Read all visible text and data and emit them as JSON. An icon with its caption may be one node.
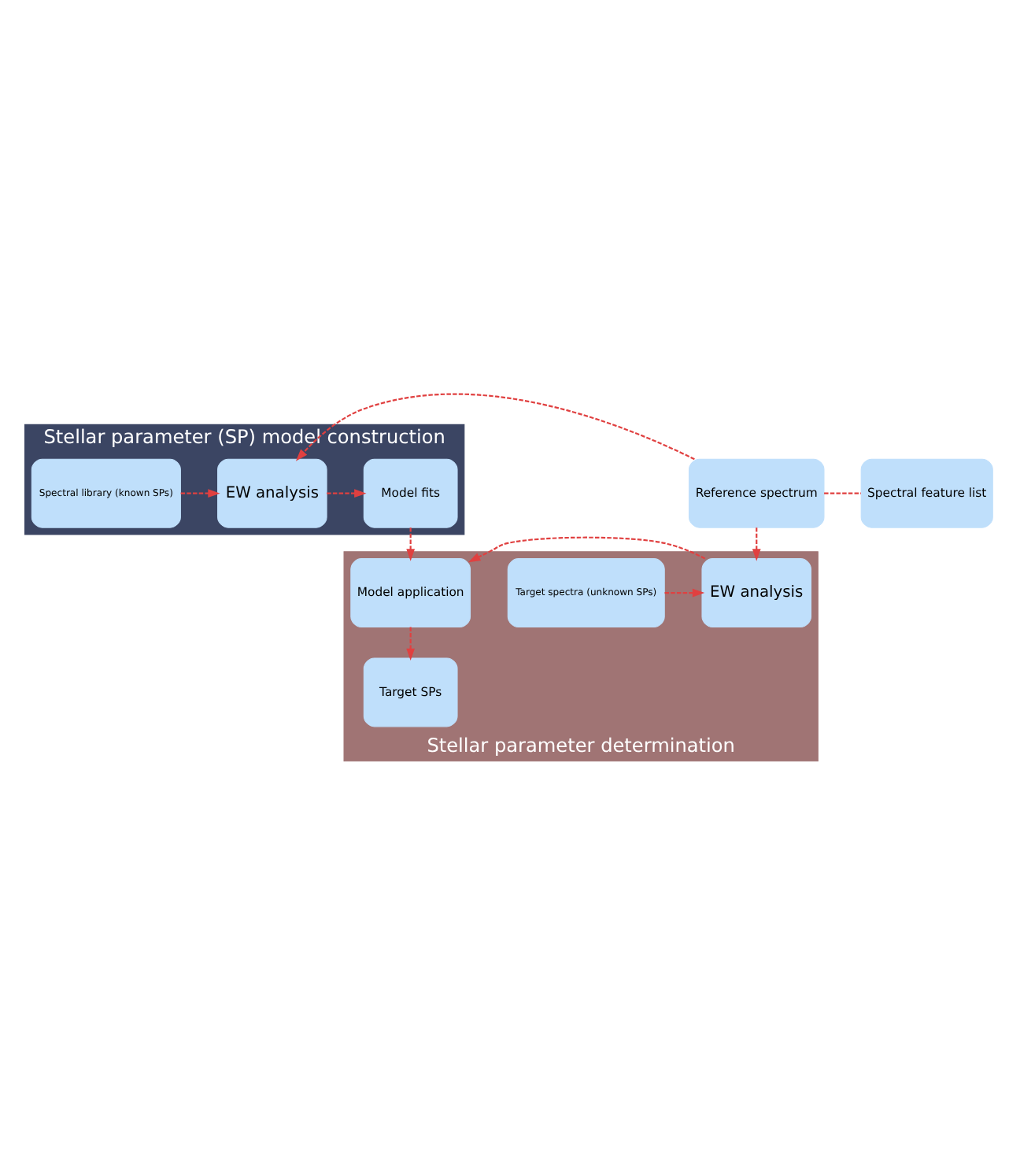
{
  "diagram": {
    "nodes": [
      {
        "text": [
          "Stellar parameter (SP) model construction"
        ]
      },
      {
        "text": [
          "Spectral library (known SPs)"
        ],
        "in": 0
      },
      {
        "text": [
          "EW analysis"
        ],
        "in": 0
      },
      {
        "text": [
          "Model fits"
        ],
        "in": 0
      },
      {
        "text": [
          "Reference spectrum"
        ]
      },
      {
        "text": [
          "Spectral feature list"
        ]
      },
      {
        "text": [
          "Stellar parameter determination"
        ]
      },
      {
        "text": [
          "Target spectra (unknown SPs)"
        ],
        "in": 6
      },
      {
        "text": [
          "EW analysis"
        ],
        "in": 6
      },
      {
        "text": [
          "Model application"
        ],
        "in": 6
      },
      {
        "text": [
          "Target SPs"
        ],
        "in": 6
      }
    ],
    "edges": [
      {
        "from": 1,
        "to": 2,
        "arrow": "to",
        "style": "dashed"
      },
      {
        "from": 2,
        "to": 3,
        "arrow": "to",
        "style": "dashed"
      },
      {
        "from": 4,
        "to": 5,
        "arrow": "none",
        "style": "dashed"
      },
      {
        "from": 4,
        "to": 2,
        "arrow": "to",
        "style": "dashed"
      },
      {
        "from": 4,
        "to": 8,
        "arrow": "to",
        "style": "dashed"
      },
      {
        "from": 3,
        "to": 9,
        "arrow": "to",
        "style": "dashed"
      },
      {
        "from": 7,
        "to": 8,
        "arrow": "to",
        "style": "dashed"
      },
      {
        "from": 8,
        "to": 9,
        "arrow": "to",
        "style": "dashed"
      },
      {
        "from": 9,
        "to": 10,
        "arrow": "to",
        "style": "dashed"
      }
    ]
  }
}
